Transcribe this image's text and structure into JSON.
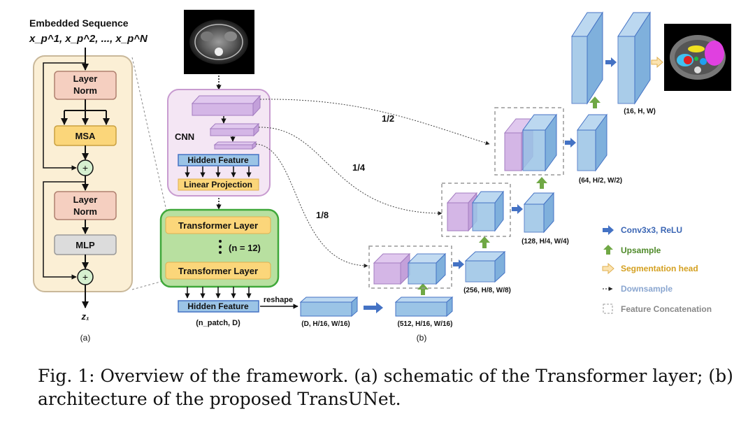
{
  "panel_a": {
    "heading": "Embedded Sequence",
    "sequence": "x_p^1, x_p^2, ..., x_p^N",
    "layer_norm_1": "Layer Norm",
    "msa": "MSA",
    "plus": "+",
    "layer_norm_2": "Layer Norm",
    "mlp": "MLP",
    "output": "z₁",
    "label": "(a)"
  },
  "panel_b": {
    "cnn": "CNN",
    "hidden_feature_top": "Hidden Feature",
    "linear_projection": "Linear Projection",
    "transformer_layer_1": "Transformer Layer",
    "n_layers": "(n = 12)",
    "transformer_layer_2": "Transformer Layer",
    "hidden_feature_bottom": "Hidden Feature",
    "hidden_feature_dims": "(n_patch, D)",
    "reshape": "reshape",
    "skip_half": "1/2",
    "skip_quarter": "1/4",
    "skip_eighth": "1/8",
    "dims_d": "(D, H/16, W/16)",
    "dims_512": "(512, H/16, W/16)",
    "dims_256": "(256, H/8, W/8)",
    "dims_128": "(128, H/4, W/4)",
    "dims_64": "(64, H/2, W/2)",
    "dims_16": "(16, H, W)",
    "label": "(b)"
  },
  "legend": {
    "conv": "Conv3x3, ReLU",
    "upsample": "Upsample",
    "seg_head": "Segmentation head",
    "downsample": "Downsample",
    "concat": "Feature Concatenation"
  },
  "colors": {
    "blue_box": "#9bc4e6",
    "purple_box": "#d4b6e6",
    "green_panel": "#b8e0a0",
    "yellow": "#fbd67a",
    "salmon": "#f5cfc0",
    "conv_arrow": "#4472c4",
    "upsample_arrow": "#70a845",
    "seg_arrow": "#f0c060"
  },
  "caption": "Fig. 1: Overview of the framework. (a) schematic of the Transformer layer; (b) architecture of the proposed TransUNet."
}
